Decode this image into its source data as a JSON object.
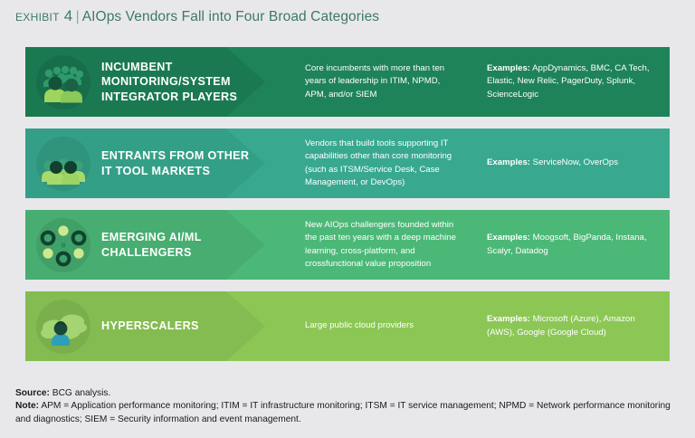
{
  "title": {
    "exhibit_label": "Exhibit 4",
    "separator": "|",
    "headline": "AIOps Vendors Fall into Four Broad Categories",
    "color": "#3c7a63"
  },
  "columns": {
    "description_header": "",
    "examples_prefix": "Examples:"
  },
  "rows": [
    {
      "id": "incumbent-monitoring",
      "icon": "crowd-of-people-icon",
      "category": "INCUMBENT MONITORING/SYSTEM INTEGRATOR PLAYERS",
      "description": "Core incumbents with more than ten years of leadership in ITIM, NPMD, APM, and/or SIEM",
      "examples_label": "Examples:",
      "examples": "AppDynamics, BMC, CA Tech, Elastic, New Relic, PagerDuty, Splunk, ScienceLogic",
      "color": "#1e8359"
    },
    {
      "id": "entrants-other-it-tool-markets",
      "icon": "group-of-people-icon",
      "category": "ENTRANTS FROM OTHER IT TOOL MARKETS",
      "description": "Vendors that build tools supporting IT capabilities other than core monitoring (such as ITSM/Service Desk, Case Management, or DevOps)",
      "examples_label": "Examples:",
      "examples": "ServiceNow, OverOps",
      "color": "#38a98f"
    },
    {
      "id": "emerging-ai-ml-challengers",
      "icon": "network-hub-icon",
      "category": "EMERGING AI/ML CHALLENGERS",
      "description": "New AIOps challengers founded within the past ten years with a deep machine learning, cross-platform, and crossfunctional value proposition",
      "examples_label": "Examples:",
      "examples": "Moogsoft, BigPanda, Instana, Scalyr, Datadog",
      "color": "#4cb877"
    },
    {
      "id": "hyperscalers",
      "icon": "cloud-user-icon",
      "category": "HYPERSCALERS",
      "description": "Large public cloud providers",
      "examples_label": "Examples:",
      "examples": "Microsoft (Azure), Amazon (AWS), Google (Google Cloud)",
      "color": "#8cc756"
    }
  ],
  "footnotes": {
    "source_label": "Source:",
    "source_text": "BCG analysis.",
    "note_label": "Note:",
    "note_text": "APM = Application performance monitoring; ITIM = IT infrastructure monitoring; ITSM = IT service management; NPMD = Network performance monitoring and diagnostics; SIEM = Security information and event management."
  }
}
